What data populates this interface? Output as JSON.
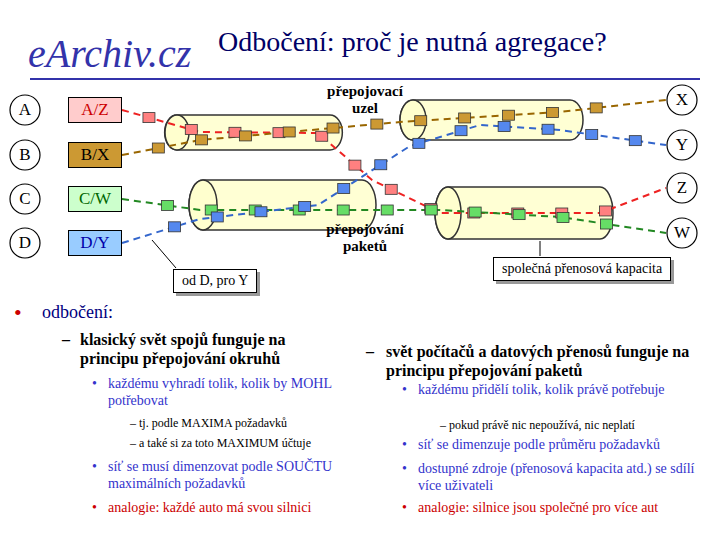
{
  "diagram": {
    "title": "Odbočení: proč je nutná agregace?",
    "nodes": [
      {
        "text": [
          "A"
        ]
      },
      {
        "text": [
          "A/Z"
        ]
      },
      {
        "text": [
          "B"
        ]
      },
      {
        "text": [
          "B/X"
        ]
      },
      {
        "text": [
          "C"
        ]
      },
      {
        "text": [
          "C/W"
        ]
      },
      {
        "text": [
          "D"
        ]
      },
      {
        "text": [
          "D/Y"
        ]
      },
      {
        "text": [
          "přepojovací uzel",
          "přepojování paketů"
        ]
      },
      {
        "text": [
          "X"
        ]
      },
      {
        "text": [
          "Y"
        ]
      },
      {
        "text": [
          "Z"
        ]
      },
      {
        "text": [
          "W"
        ]
      },
      {
        "text": [
          "od D, pro Y"
        ]
      },
      {
        "text": [
          "společná přenosová kapacita"
        ]
      }
    ],
    "edges": [
      {
        "from": 1,
        "to": 11,
        "arrow": "none"
      },
      {
        "from": 3,
        "to": 9,
        "arrow": "none"
      },
      {
        "from": 5,
        "to": 12,
        "arrow": "none"
      },
      {
        "from": 7,
        "to": 10,
        "arrow": "none"
      }
    ],
    "labels": [
      "eArchiv.cz",
      "•",
      "odbočení:",
      "–",
      "klasický svět spojů funguje na principu přepojování okruhů",
      "•",
      "každému vyhradí tolik, kolik by MOHL potřebovat",
      "– tj. podle MAXIMA požadavků",
      "– a také si za toto MAXIMUM účtuje",
      "•",
      "síť se musí dimenzovat podle SOUČTU maximálních požadavků",
      "•",
      "analogie: každé auto má svou silnici",
      "–",
      "svět počítačů a datových přenosů funguje na principu přepojování paketů",
      "•",
      "každému přidělí tolik, kolik právě potřebuje",
      "– pokud právě nic nepoužívá, nic neplatí",
      "•",
      "síť se dimenzuje podle průměru požadavků",
      "•",
      "dostupné zdroje (přenosová kapacita atd.) se sdílí více uživateli",
      "•",
      "analogie: silnice jsou společné pro více aut"
    ]
  }
}
